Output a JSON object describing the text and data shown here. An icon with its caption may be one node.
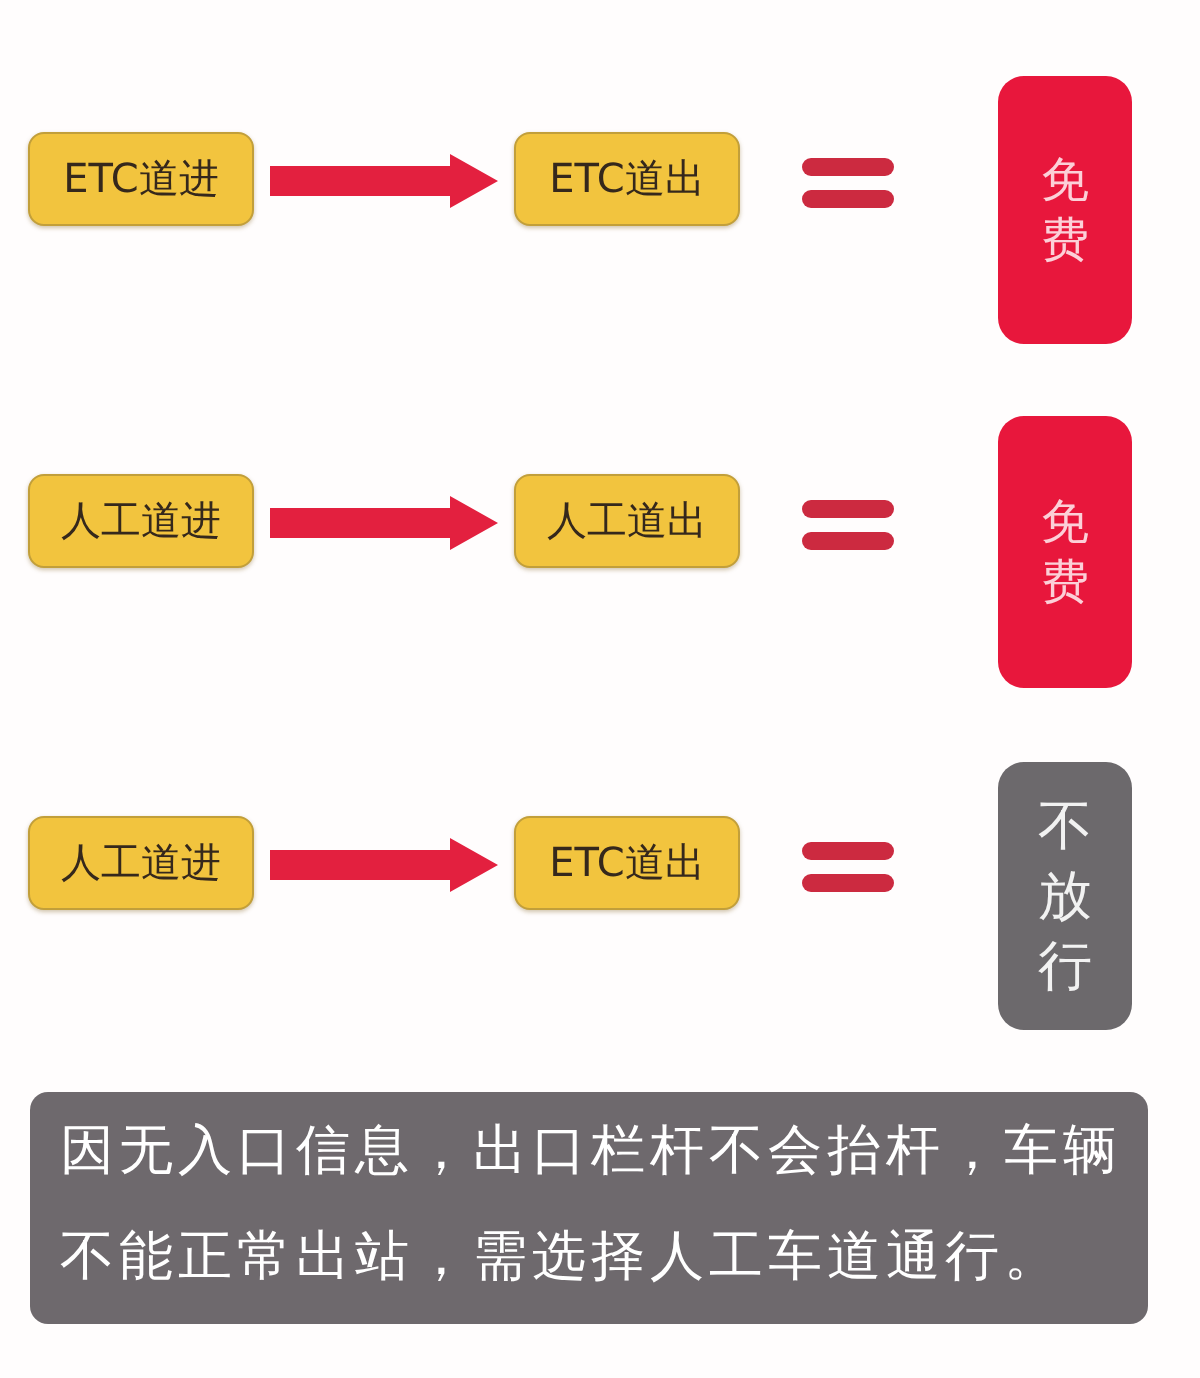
{
  "diagram": {
    "nodes": [
      {
        "text": [
          "ETC道进"
        ]
      },
      {
        "text": [
          "ETC道出"
        ]
      },
      {
        "text": [
          "免费"
        ]
      },
      {
        "text": [
          "人工道进"
        ]
      },
      {
        "text": [
          "人工道出"
        ]
      },
      {
        "text": [
          "免费"
        ]
      },
      {
        "text": [
          "人工道进"
        ]
      },
      {
        "text": [
          "ETC道出"
        ]
      },
      {
        "text": [
          "不放行"
        ]
      },
      {
        "text": [
          "因无入口信息，出口栏杆不会抬杆，车辆不能正常出站，需选择人工车道通行。"
        ]
      }
    ],
    "edges": [
      {
        "from": 0,
        "to": 1,
        "arrow": "to"
      },
      {
        "from": 3,
        "to": 4,
        "arrow": "to"
      },
      {
        "from": 6,
        "to": 7,
        "arrow": "to"
      }
    ]
  }
}
